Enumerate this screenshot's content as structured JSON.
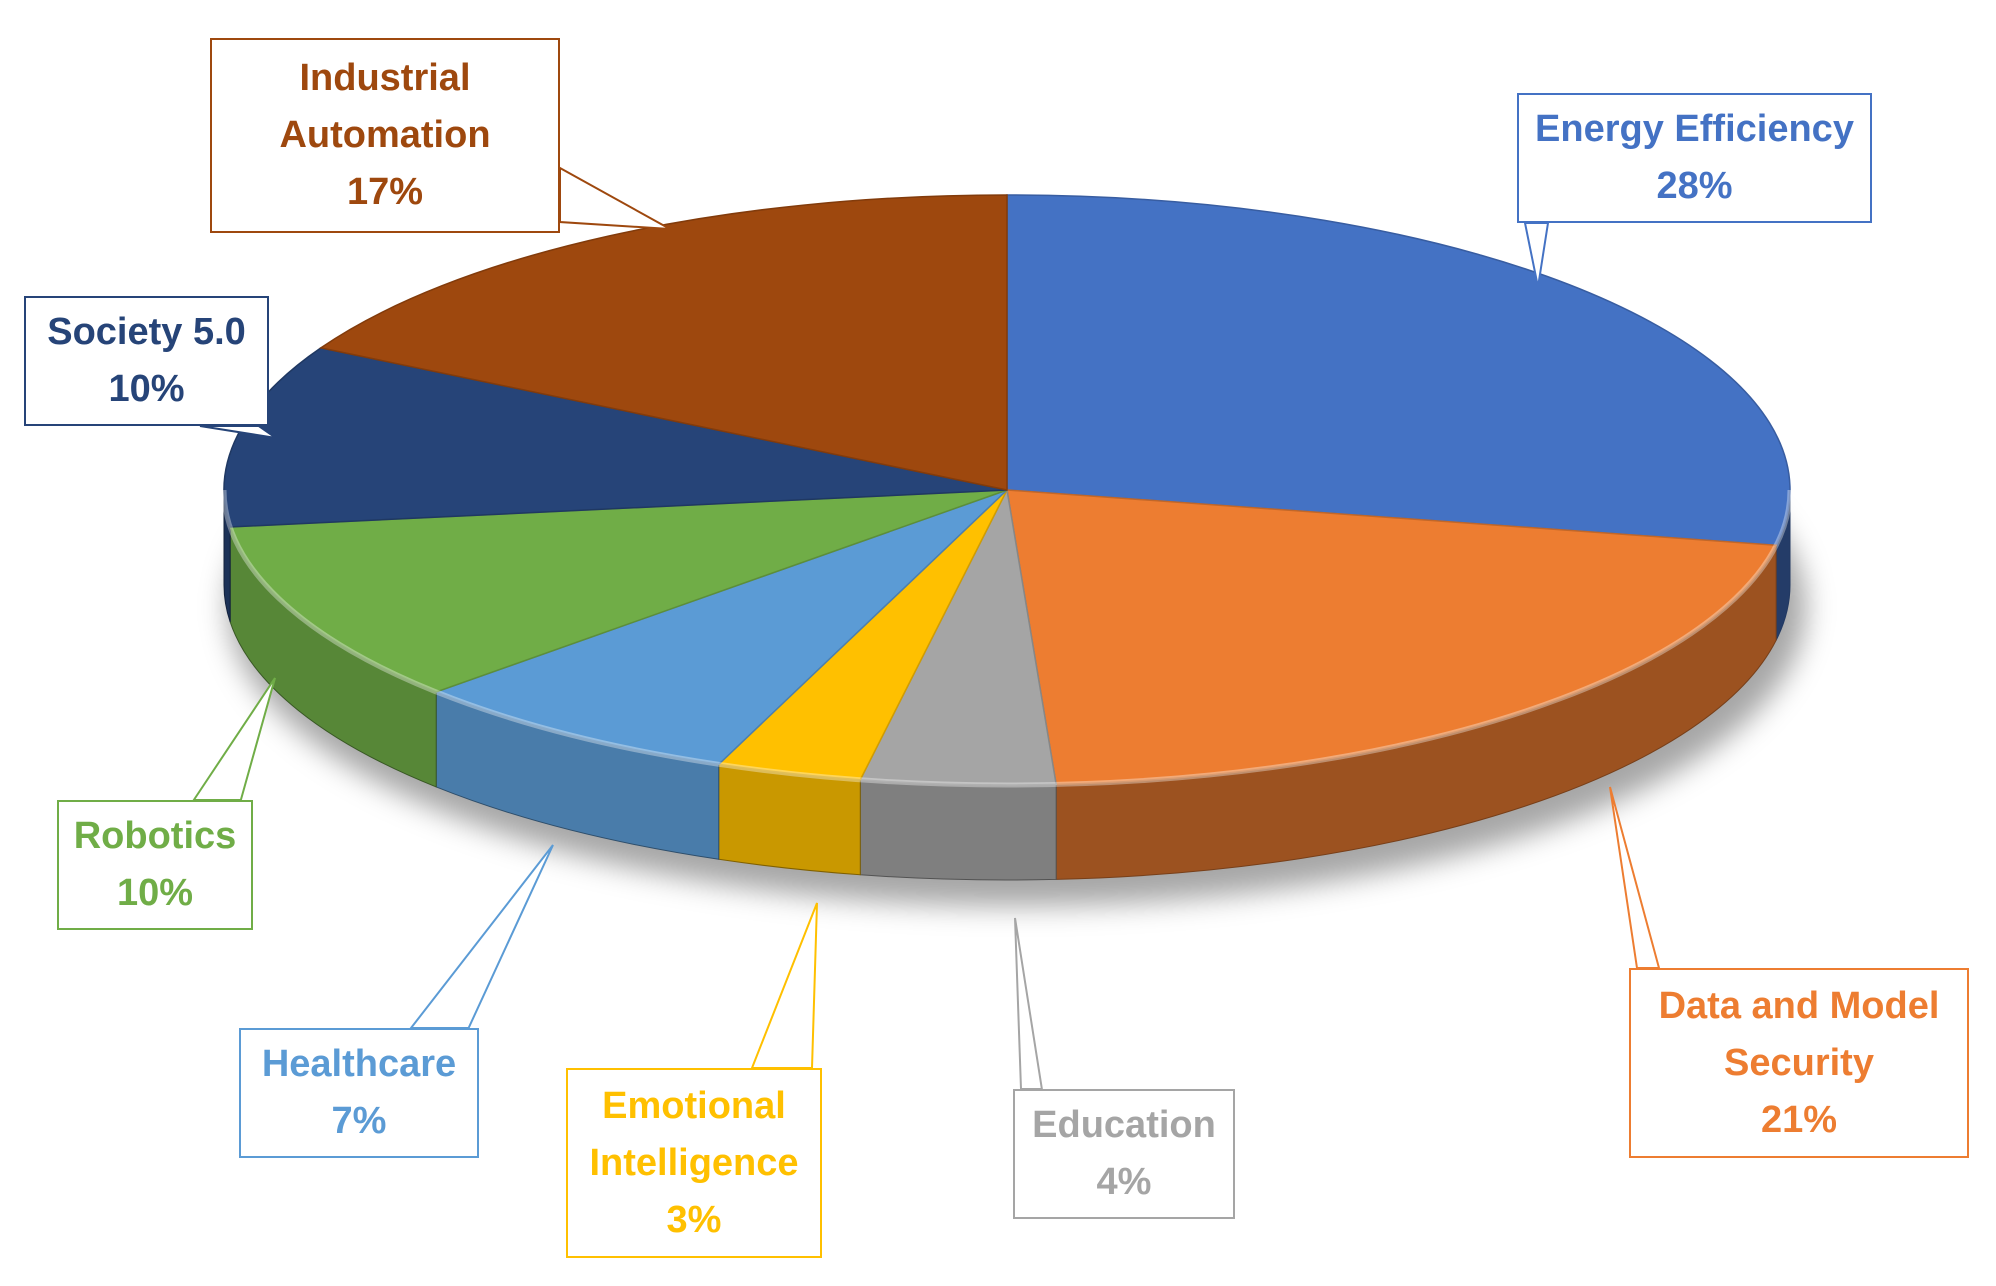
{
  "chart_data": {
    "type": "pie",
    "three_d": true,
    "title": "",
    "legend": "none",
    "slices": [
      {
        "label": "Energy Efficiency",
        "label_lines": [
          "Energy Efficiency"
        ],
        "value": 28,
        "value_label": "28%",
        "color": "#4472C4"
      },
      {
        "label": "Data and Model Security",
        "label_lines": [
          "Data and Model",
          "Security"
        ],
        "value": 21,
        "value_label": "21%",
        "color": "#ED7D31"
      },
      {
        "label": "Education",
        "label_lines": [
          "Education"
        ],
        "value": 4,
        "value_label": "4%",
        "color": "#A5A5A5"
      },
      {
        "label": "Emotional Intelligence",
        "label_lines": [
          "Emotional",
          "Intelligence"
        ],
        "value": 3,
        "value_label": "3%",
        "color": "#FFC000"
      },
      {
        "label": "Healthcare",
        "label_lines": [
          "Healthcare"
        ],
        "value": 7,
        "value_label": "7%",
        "color": "#5B9BD5"
      },
      {
        "label": "Robotics",
        "label_lines": [
          "Robotics"
        ],
        "value": 10,
        "value_label": "10%",
        "color": "#70AD47"
      },
      {
        "label": "Society 5.0",
        "label_lines": [
          "Society 5.0"
        ],
        "value": 10,
        "value_label": "10%",
        "color": "#264478"
      },
      {
        "label": "Industrial Automation",
        "label_lines": [
          "Industrial",
          "Automation"
        ],
        "value": 17,
        "value_label": "17%",
        "color": "#9E480E"
      }
    ]
  }
}
